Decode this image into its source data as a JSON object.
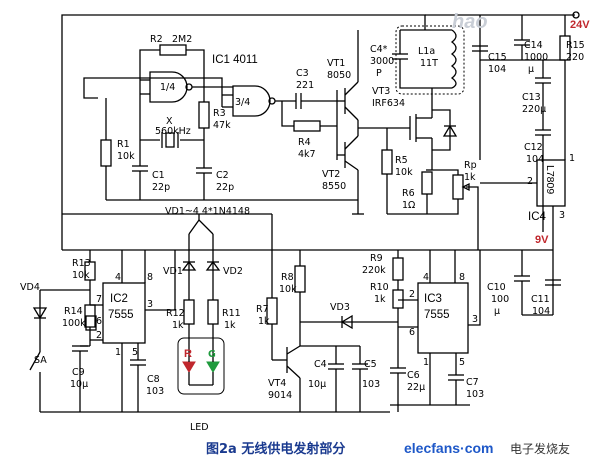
{
  "ic1": {
    "title": "IC1 4011",
    "gate_a": "1/4",
    "gate_b": "3/4"
  },
  "ic2": {
    "name": "IC2",
    "model": "7555",
    "pins": [
      "4",
      "8",
      "7",
      "6",
      "2",
      "3",
      "1",
      "5"
    ]
  },
  "ic3": {
    "name": "IC3",
    "model": "7555",
    "pins": [
      "4",
      "8",
      "2",
      "6",
      "3",
      "1",
      "5"
    ]
  },
  "ic4": {
    "name": "IC4",
    "model": "L7809",
    "pins": [
      "1",
      "2",
      "3"
    ]
  },
  "supply": {
    "v24": "24V",
    "v9": "9V"
  },
  "resistors": {
    "r1": [
      "R1",
      "10k"
    ],
    "r2": [
      "R2",
      "2M2"
    ],
    "r3": [
      "R3",
      "47k"
    ],
    "r4": [
      "R4",
      "4k7"
    ],
    "r5": [
      "R5",
      "10k"
    ],
    "r6": [
      "R6",
      "1Ω"
    ],
    "rp": [
      "Rp",
      "1k"
    ],
    "r7": [
      "R7",
      "1k"
    ],
    "r8": [
      "R8",
      "10k"
    ],
    "r9": [
      "R9",
      "220k"
    ],
    "r10": [
      "R10",
      "1k"
    ],
    "r11": [
      "R11",
      "1k"
    ],
    "r12": [
      "R12",
      "1k"
    ],
    "r13": [
      "R13",
      "10k"
    ],
    "r14": [
      "R14",
      "100k"
    ],
    "r15": [
      "R15",
      "220"
    ]
  },
  "capacitors": {
    "c1": [
      "C1",
      "22p"
    ],
    "c2": [
      "C2",
      "22p"
    ],
    "c3": [
      "C3",
      "221"
    ],
    "c4": [
      "C4*",
      "3000",
      "P"
    ],
    "c4b": [
      "C4",
      "10μ"
    ],
    "c5": [
      "C5",
      "103"
    ],
    "c6": [
      "C6",
      "22μ"
    ],
    "c7": [
      "C7",
      "103"
    ],
    "c8": [
      "C8",
      "103"
    ],
    "c9": [
      "C9",
      "10μ"
    ],
    "c10": [
      "C10",
      "100",
      "μ"
    ],
    "c11": [
      "C11",
      "104"
    ],
    "c12": [
      "C12",
      "104"
    ],
    "c13": [
      "C13",
      "220μ"
    ],
    "c14": [
      "C14",
      "1000",
      "μ"
    ],
    "c15": [
      "C15",
      "104"
    ]
  },
  "crystal": [
    "X",
    "560kHz"
  ],
  "transistors": {
    "vt1": [
      "VT1",
      "8050"
    ],
    "vt2": [
      "VT2",
      "8550"
    ],
    "vt3": [
      "VT3",
      "IRF634"
    ],
    "vt4": [
      "VT4",
      "9014"
    ]
  },
  "coil": [
    "L1a",
    "11T"
  ],
  "diodes": {
    "vd_group": "VD1~4 4*1N4148",
    "vd1": "VD1",
    "vd2": "VD2",
    "vd3": "VD3",
    "vd4": "VD4"
  },
  "switch": "SA",
  "led": {
    "label": "LED",
    "r": "R",
    "g": "G"
  },
  "caption": "图2a  无线供电发射部分",
  "watermark_top": "hao",
  "watermark_bottom": "elecfans·com",
  "watermark_bottom_cn": "电子发烧友"
}
